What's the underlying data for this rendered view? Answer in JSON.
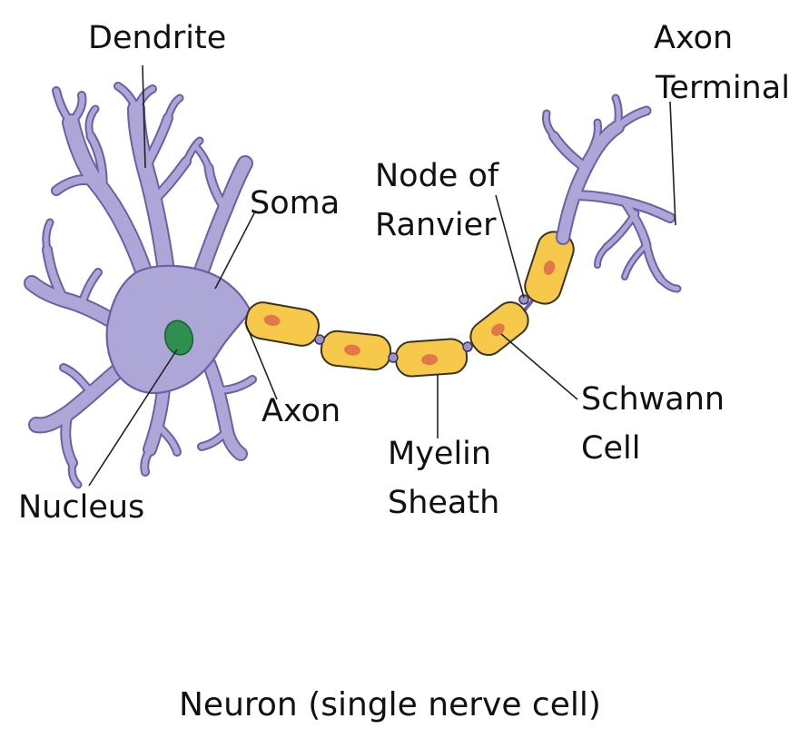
{
  "labels": {
    "dendrite": "Dendrite",
    "axon_terminal_1": "Axon",
    "axon_terminal_2": "Terminal",
    "soma": "Soma",
    "node_1": "Node of",
    "node_2": "Ranvier",
    "axon": "Axon",
    "myelin_1": "Myelin",
    "myelin_2": "Sheath",
    "schwann_1": "Schwann",
    "schwann_2": "Cell",
    "nucleus": "Nucleus"
  },
  "caption": "Neuron (single nerve cell)",
  "colors": {
    "cell_body": "#ada7d7",
    "cell_outline": "#6a60a8",
    "nucleus": "#2f8f4e",
    "myelin": "#f6c94b",
    "schwann_nucleus": "#e0784b"
  }
}
